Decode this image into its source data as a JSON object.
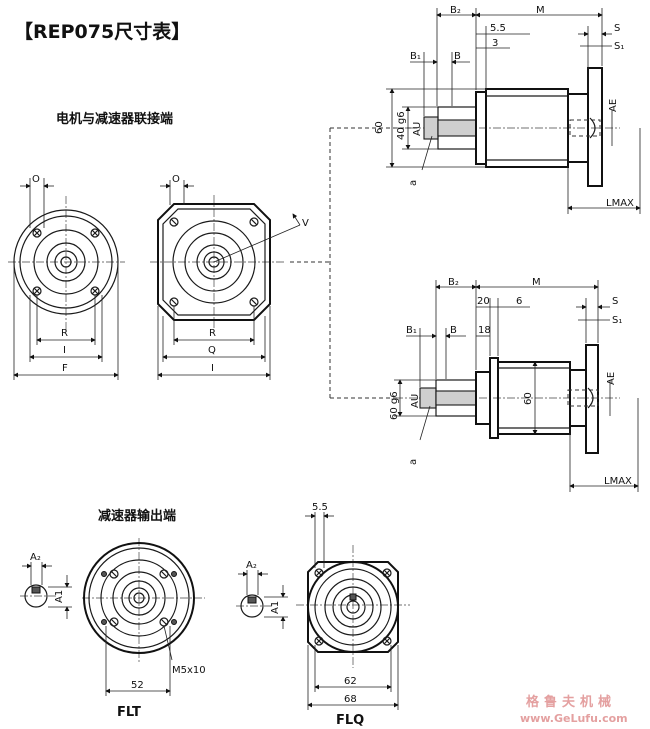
{
  "title": "【REP075尺寸表】",
  "section_motor": "电机与减速器联接端",
  "section_output": "减速器输出端",
  "labels": {
    "O": "O",
    "R": "R",
    "I": "I",
    "F": "F",
    "Q": "Q",
    "V": "V",
    "B": "B",
    "B1": "B₁",
    "B2": "B₂",
    "M": "M",
    "S": "S",
    "S1": "S₁",
    "AU": "AU",
    "AE": "AE",
    "a": "a",
    "L_max": "LMAX",
    "A1": "A1",
    "A2": "A₂"
  },
  "dims_top": {
    "d1": "5.5",
    "d2": "3",
    "d60": "60",
    "d40g6": "40 g6"
  },
  "dims_bottom": {
    "d20": "20",
    "d6": "6",
    "d18": "18",
    "d60g6": "60 g6",
    "d60": "60"
  },
  "flt": {
    "name": "FLT",
    "dim": "52",
    "thread": "M5x10"
  },
  "flq": {
    "name": "FLQ",
    "dim_top": "5.5",
    "dim_a": "62",
    "dim_b": "68"
  },
  "watermark": {
    "cn": "格鲁夫机械",
    "url": "www.GeLufu.com"
  }
}
